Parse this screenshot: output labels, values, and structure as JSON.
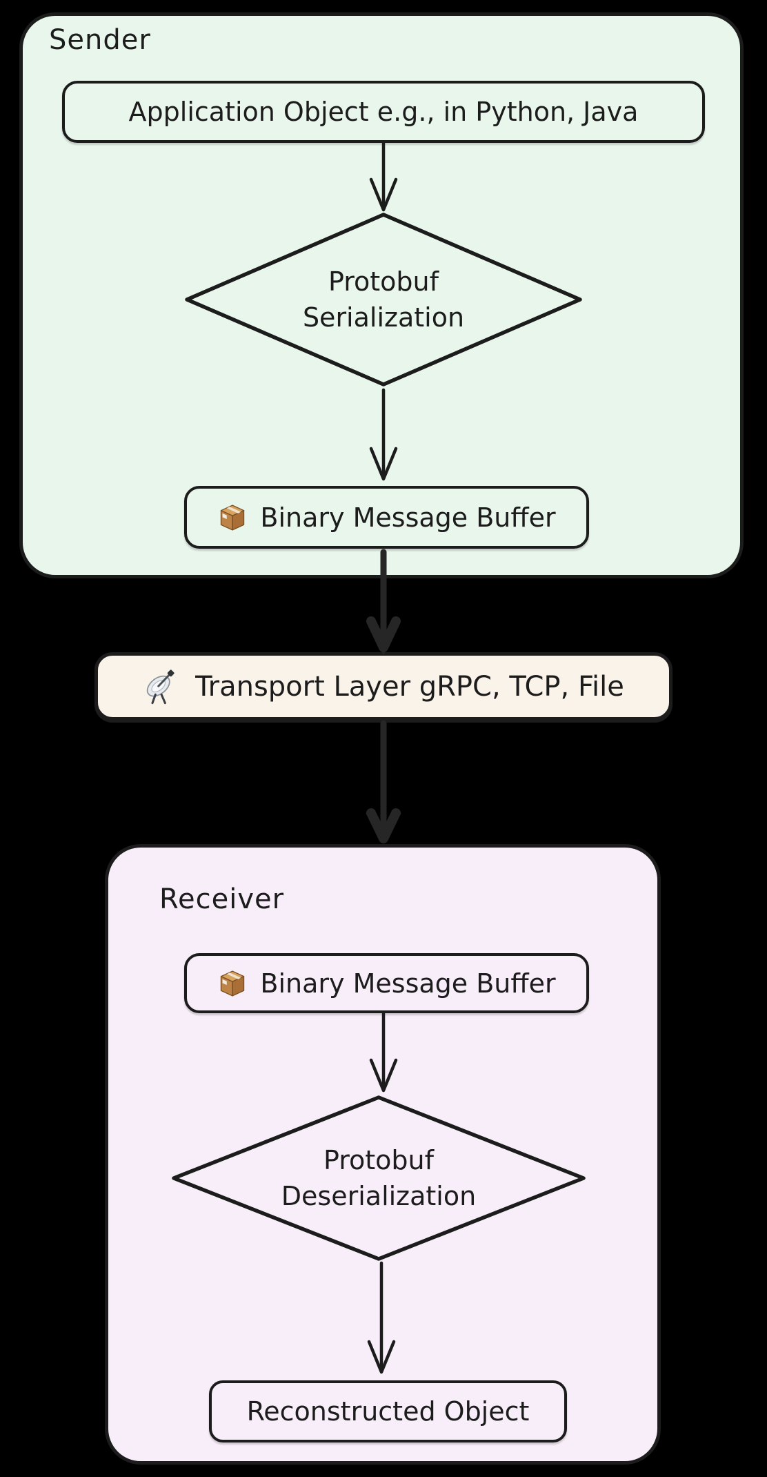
{
  "colors": {
    "background": "#000000",
    "sender_fill": "#e8f6ec",
    "receiver_fill": "#f8eef9",
    "transport_fill": "#faf3ea",
    "stroke": "#1c1c1c",
    "arrow_dark": "#262626"
  },
  "sender": {
    "label": "Sender",
    "application_object": "Application Object e.g., in Python, Java",
    "serialization_line1": "Protobuf",
    "serialization_line2": "Serialization",
    "buffer_label": "Binary Message Buffer",
    "buffer_icon": "package-icon"
  },
  "transport": {
    "label": "Transport Layer gRPC, TCP, File",
    "icon": "satellite-antenna-icon"
  },
  "receiver": {
    "label": "Receiver",
    "buffer_label": "Binary Message Buffer",
    "buffer_icon": "package-icon",
    "deserialization_line1": "Protobuf",
    "deserialization_line2": "Deserialization",
    "reconstructed_label": "Reconstructed Object"
  }
}
